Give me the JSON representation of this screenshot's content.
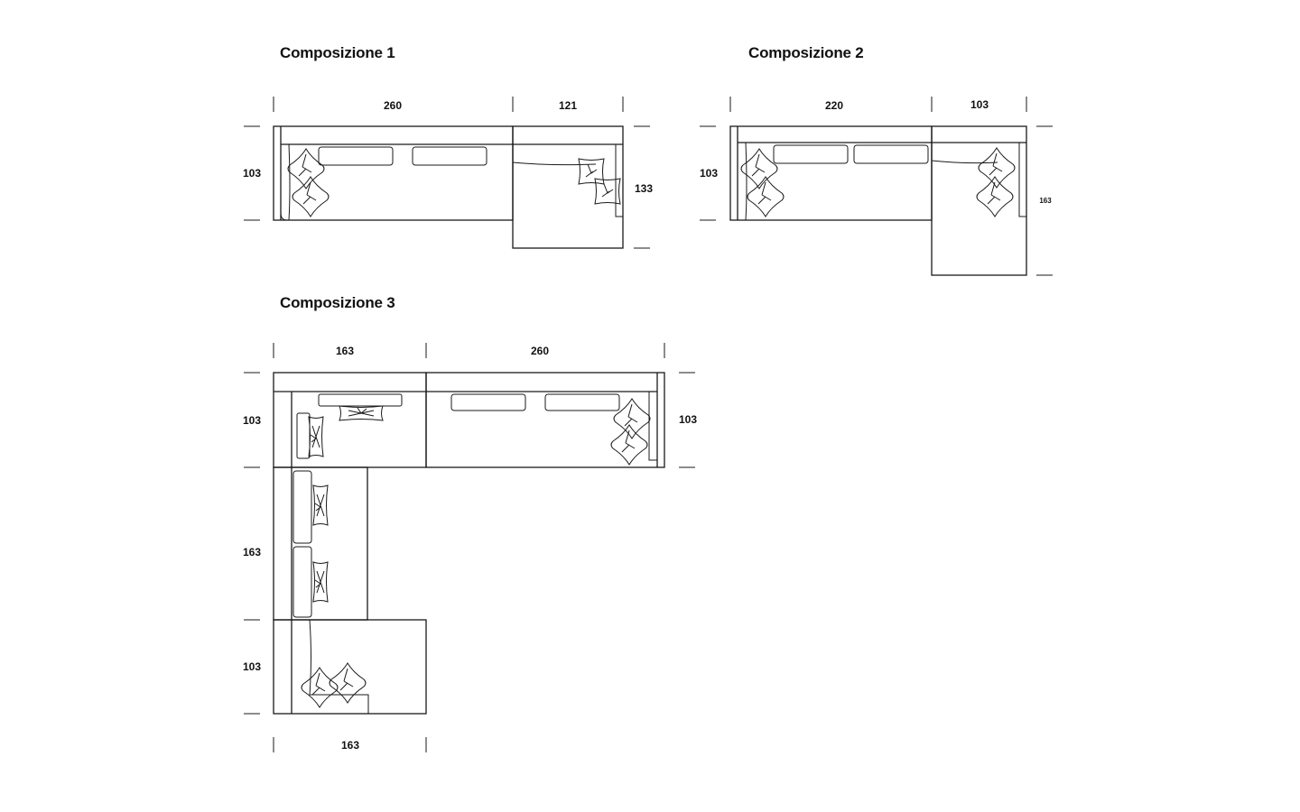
{
  "compositions": [
    {
      "title": "Composizione 1",
      "dims": {
        "top_left": "260",
        "top_right": "121",
        "left": "103",
        "right": "133"
      }
    },
    {
      "title": "Composizione 2",
      "dims": {
        "top_left": "220",
        "top_right": "103",
        "left": "103",
        "right": "163"
      }
    },
    {
      "title": "Composizione 3",
      "dims": {
        "top_left": "163",
        "top_right": "260",
        "right": "103",
        "left_top": "103",
        "left_mid": "163",
        "left_bottom": "103",
        "bottom": "163"
      }
    }
  ],
  "colors": {
    "line": "#1a1a1a",
    "background": "#ffffff"
  }
}
